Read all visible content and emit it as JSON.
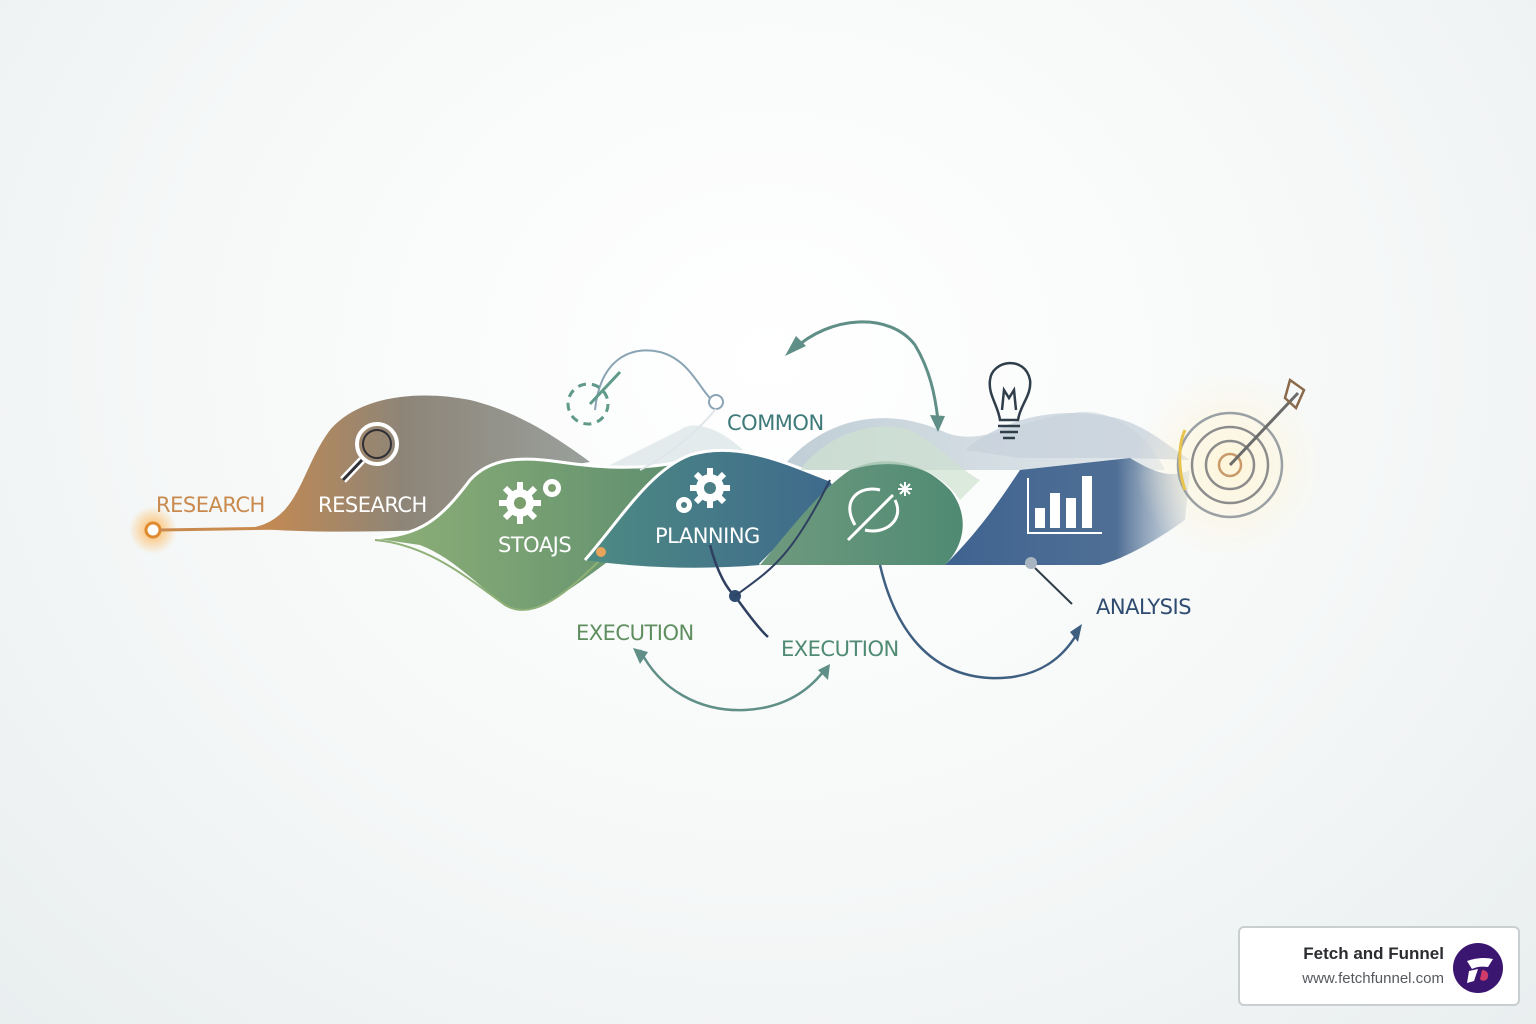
{
  "labels": {
    "research_outer": "RESEARCH",
    "research_inner": "RESEARCH",
    "stoajs": "STOAJS",
    "planning": "PLANNING",
    "common": "COMMON",
    "execution_left": "EXECUTION",
    "execution_right": "EXECUTION",
    "analysis": "ANALYSIS"
  },
  "icons": {
    "research": "magnifier-icon",
    "stoajs": "gears-icon",
    "planning": "gears-icon",
    "common": "refresh-sparkle-icon",
    "analysis": "bar-chart-icon",
    "idea": "lightbulb-icon",
    "goal": "target-arrow-icon"
  },
  "colors": {
    "orange": "#e8963f",
    "taupe": "#8a8278",
    "sage": "#7aa06e",
    "teal": "#3f6f86",
    "navy": "#2f4f7e"
  },
  "brand": {
    "name": "Fetch and Funnel",
    "url": "www.fetchfunnel.com"
  }
}
